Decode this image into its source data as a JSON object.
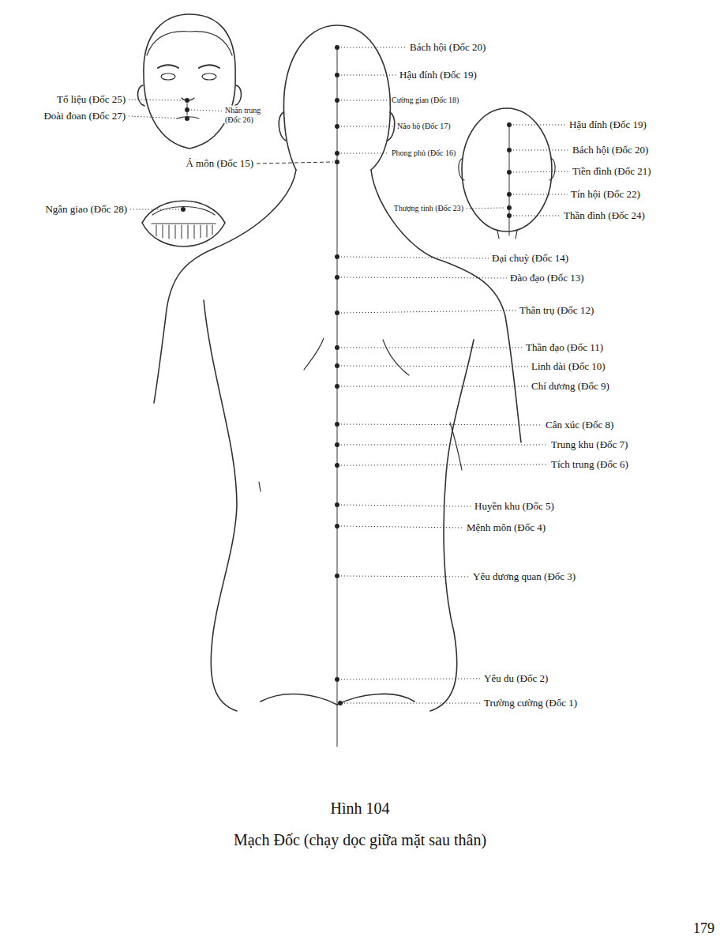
{
  "diagram": {
    "title": "Hình 104",
    "caption": "Mạch Đốc (chạy dọc giữa mặt sau thân)",
    "labels": [
      "Bách hội (Đốc 20)",
      "Hậu đính (Đốc 19)",
      "Tố liệu (Đốc 25)",
      "Đoài đoan (Đốc 27)",
      "Nhân trung (Đốc 26)",
      "Cường gian (Đốc 18)",
      "Hậu đính (Đốc 19)",
      "Não hộ (Đốc 17)",
      "Bách hội (Đốc 20)",
      "Phong phủ (Đốc 16)",
      "Á môn (Đốc 15)",
      "Tiền đình (Đốc 21)",
      "Tín hội (Đốc 22)",
      "Ngân giao (Đốc 28)",
      "Thượng tinh (Đốc 23)",
      "Thần đình (Đốc 24)",
      "Đại chuỳ (Đốc 14)",
      "Đào đạo (Đốc 13)",
      "Thân trụ (Đốc 12)",
      "Thần đạo (Đốc 11)",
      "Linh dài (Đốc 10)",
      "Chí dương (Đốc 9)",
      "Cân xúc (Đốc 8)",
      "Trung khu (Đốc 7)",
      "Tích trung (Đốc 6)",
      "Huyền khu (Đốc 5)",
      "Mệnh môn (Đốc 4)",
      "Yêu dương quan (Đốc 3)",
      "Yêu du (Đốc 2)",
      "Trường cường (Đốc 1)",
      "179"
    ]
  }
}
